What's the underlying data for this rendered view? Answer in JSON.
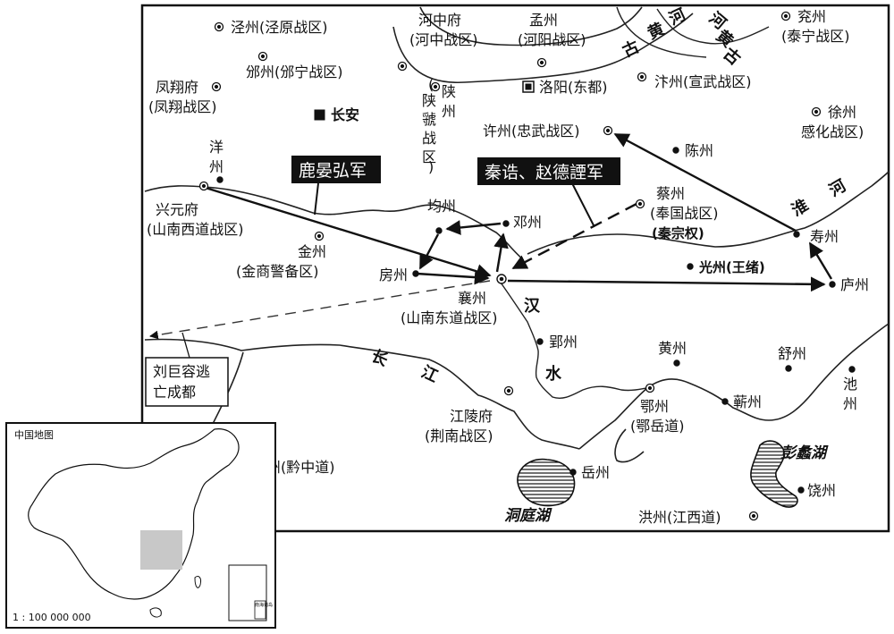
{
  "places": {
    "jingzhou_jy": "泾州(泾原战区)",
    "binzhou": "邠州(邠宁战区)",
    "fengxiang_1": "凤翔府",
    "fengxiang_2": "(凤翔战区)",
    "changan": "长安",
    "hezhong_1": "河中府",
    "hezhong_2": "(河中战区)",
    "shanguo": [
      "陕",
      "州",
      "(",
      "陕",
      "虢",
      "战",
      "区",
      ")"
    ],
    "mengzhou_1": "孟州",
    "mengzhou_2": "(河阳战区)",
    "luoyang": "洛阳(东都)",
    "bianzhou": "汴州(宣武战区)",
    "yanzhou_1": "兖州",
    "yanzhou_2": "(泰宁战区)",
    "xuzhou_1": "徐州",
    "xuzhou_2": "感化战区)",
    "xuzhou_cn": "许州(忠武战区)",
    "chenzhou": "陈州",
    "caizhou_1": "蔡州",
    "caizhou_2": "(奉国战区)",
    "caizhou_3": "(秦宗权)",
    "yangzhou": [
      "洋",
      "州"
    ],
    "xingyuan_1": "兴元府",
    "xingyuan_2": "(山南西道战区)",
    "junzhou": "均州",
    "dengzhou": "邓州",
    "jinzhou_1": "金州",
    "jinzhou_2": "(金商警备区)",
    "fangzhou": "房州",
    "xiangzhou_1": "襄州",
    "xiangzhou_2": "(山南东道战区)",
    "guangzhou": "光州(王绪)",
    "luzhou": "庐州",
    "shouzhou": "寿州",
    "yingzhou": "郢州",
    "huangzhou": "黄州",
    "shuzhou": "舒州",
    "chizhou": [
      "池",
      "州"
    ],
    "qizhou": "蕲州",
    "ezhou_1": "鄂州",
    "ezhou_2": "(鄂岳道)",
    "jiangling_1": "江陵府",
    "jiangling_2": "(荆南战区)",
    "yuezhou": "岳州",
    "raozhou": "饶州",
    "qianzhou": "黔州(黔中道)",
    "hongzhou": "洪州(江西道)"
  },
  "water": {
    "huanghe_1": "黄",
    "huanghe_2": "河",
    "gu": "古",
    "huanghe_old": "河",
    "huanghe_old2": "黄",
    "huanghe_old3": "古",
    "huai_1": "淮",
    "huai_2": "河",
    "han_1": "汉",
    "han_2": "水",
    "jiang_1": "长",
    "jiang_2": "江",
    "dongting": "洞庭湖",
    "poyang": "彭蠡湖"
  },
  "boxes": {
    "luyan": "鹿晏弘军",
    "qinhao": "秦诰、赵德諲军",
    "liujurong_1": "刘巨容逃",
    "liujurong_2": "亡成都"
  },
  "inset": {
    "title": "中国地图",
    "scale": "1 : 100 000 000",
    "nanhai": "南海诸岛"
  }
}
